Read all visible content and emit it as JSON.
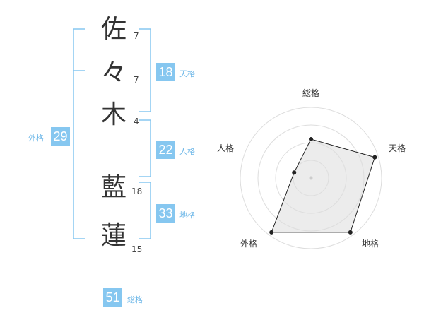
{
  "name": {
    "chars": [
      {
        "char": "佐",
        "strokes": "7"
      },
      {
        "char": "々",
        "strokes": "7"
      },
      {
        "char": "木",
        "strokes": "4"
      },
      {
        "char": "藍",
        "strokes": "18"
      },
      {
        "char": "蓮",
        "strokes": "15"
      }
    ]
  },
  "kakusu": {
    "tenkaku": {
      "value": "18",
      "label": "天格"
    },
    "jinkaku": {
      "value": "22",
      "label": "人格"
    },
    "chikaku": {
      "value": "33",
      "label": "地格"
    },
    "gaikaku": {
      "value": "29",
      "label": "外格"
    },
    "soukaku": {
      "value": "51",
      "label": "総格"
    }
  },
  "colors": {
    "accent": "#86c7f0",
    "bracket": "#86c7f0",
    "radar_fill": "#eeeeee",
    "radar_line": "#222222"
  },
  "radar": {
    "axes": [
      "総格",
      "天格",
      "地格",
      "外格",
      "人格"
    ],
    "levels": 4,
    "values": [
      0.55,
      0.95,
      0.95,
      0.95,
      0.25
    ]
  }
}
